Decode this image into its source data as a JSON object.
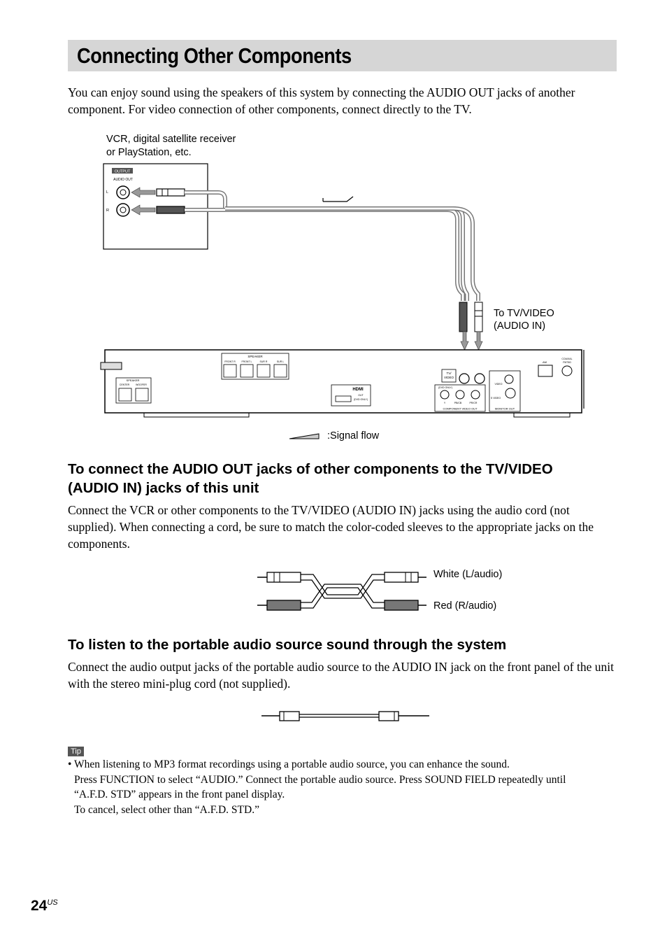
{
  "title": "Connecting Other Components",
  "intro": "You can enjoy sound using the speakers of this system by connecting the AUDIO OUT jacks of another component. For video connection of other components, connect directly to the TV.",
  "diagram1": {
    "source_label_1": "VCR, digital satellite receiver",
    "source_label_2": "or PlayStation, etc.",
    "output_label": "OUTPUT",
    "audio_out_label": "AUDIO OUT",
    "l_label": "L",
    "r_label": "R",
    "to_tv_label_1": "To TV/VIDEO",
    "to_tv_label_2": "(AUDIO IN)",
    "signal_flow_label": ":Signal flow",
    "panel": {
      "speaker": "SPEAKER",
      "front_r": "FRONT R",
      "front_l": "FRONT L",
      "sur_r": "SUR R",
      "sur_l": "SUR L",
      "center": "CENTER",
      "woofer": "WOOFER",
      "hdmi": "HDMI",
      "hdmi_out": "OUT",
      "dvd_only": "(DVD ONLY)",
      "tv_video": "TV/ VIDEO",
      "component_video_out": "COMPONENT VIDEO OUT",
      "monitor_out": "MONITOR OUT",
      "video": "VIDEO",
      "s_video": "S VIDEO",
      "am": "AM",
      "coaxial": "COAXIAL",
      "fm75": "FM75Ω",
      "y": "Y",
      "pb": "PB/CB",
      "pr": "PR/CR"
    }
  },
  "section1": {
    "heading_1": "To connect the AUDIO OUT jacks of other components to the TV/VIDEO",
    "heading_2": "(AUDIO IN) jacks of this unit",
    "body": "Connect the VCR or other components to the TV/VIDEO (AUDIO IN) jacks using the audio cord (not supplied). When connecting a cord, be sure to match the color-coded sleeves to the appropriate jacks on the components.",
    "white_label": "White (L/audio)",
    "red_label": "Red (R/audio)"
  },
  "section2": {
    "heading": "To listen to the portable audio source sound through the system",
    "body": "Connect the audio output jacks of the portable audio source to the AUDIO IN jack on the front panel of the unit with the stereo mini-plug cord (not supplied)."
  },
  "tip": {
    "badge": "Tip",
    "line1": "• When listening to MP3 format recordings using a portable audio source, you can enhance the sound.",
    "line2": "Press FUNCTION to select “AUDIO.” Connect the portable audio source. Press SOUND FIELD repeatedly until",
    "line3": "“A.F.D. STD” appears in the front panel display.",
    "line4": "To cancel, select other than “A.F.D. STD.”"
  },
  "page": {
    "number": "24",
    "suffix": "US"
  }
}
